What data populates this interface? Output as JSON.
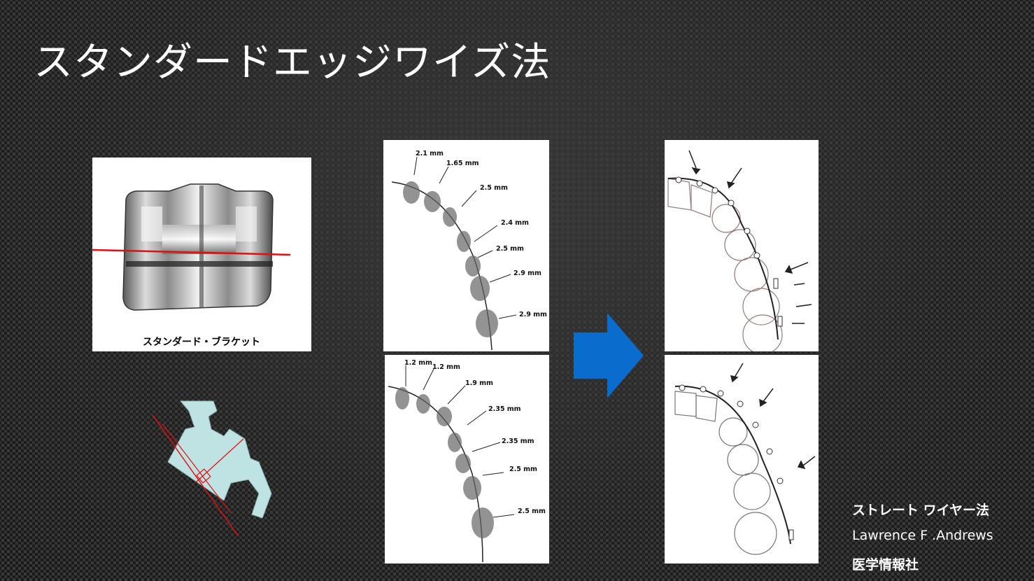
{
  "slide": {
    "title": "スタンダードエッジワイズ法",
    "bracket_label": "スタンダード・ブラケット",
    "upper_measurements": [
      "2.1 mm",
      "1.65 mm",
      "2.5 mm",
      "2.4 mm",
      "2.5 mm",
      "2.9 mm",
      "2.9 mm"
    ],
    "lower_measurements": [
      "1.2 mm",
      "1.2 mm",
      "1.9 mm",
      "2.35 mm",
      "2.35 mm",
      "2.5 mm",
      "2.5 mm"
    ],
    "credit": {
      "method": "ストレート ワイヤー法",
      "author": "Lawrence F .Andrews",
      "publisher": "医学情報社"
    }
  },
  "colors": {
    "title_text": "#ffffff",
    "arrow": "#0a6ccc",
    "red_line": "#e01010",
    "bracket_profile": "#bfe3e3"
  }
}
